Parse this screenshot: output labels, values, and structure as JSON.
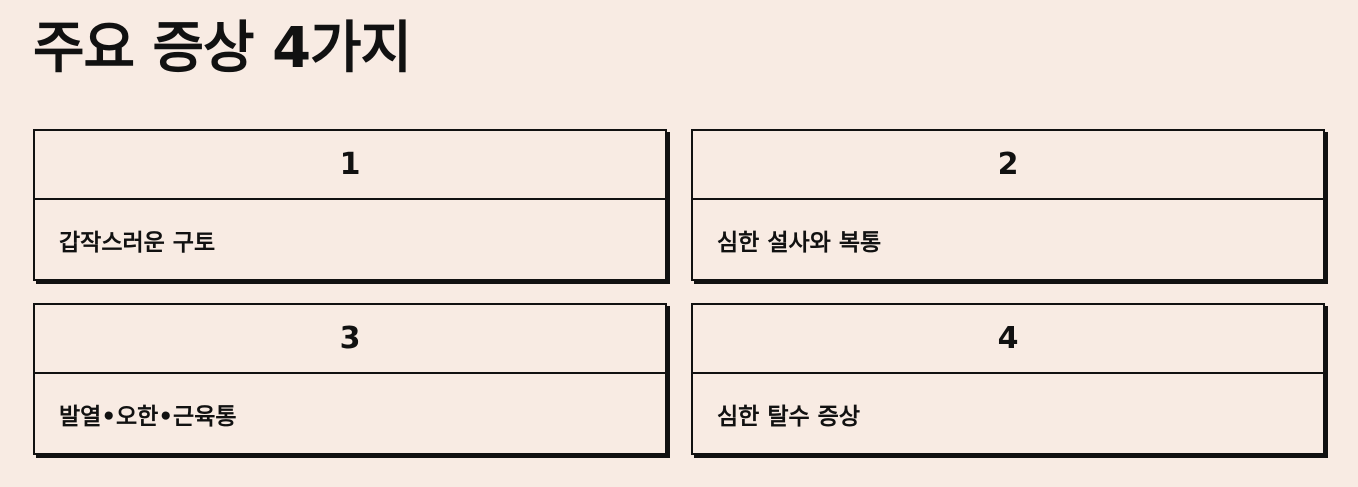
{
  "title": "주요 증상 4가지",
  "cards": [
    {
      "number": "1",
      "text": "갑작스러운 구토"
    },
    {
      "number": "2",
      "text": "심한 설사와 복통"
    },
    {
      "number": "3",
      "text": "발열•오한•근육통"
    },
    {
      "number": "4",
      "text": "심한 탈수 증상"
    }
  ],
  "colors": {
    "background": "#f8ebe3",
    "ink": "#111111"
  }
}
